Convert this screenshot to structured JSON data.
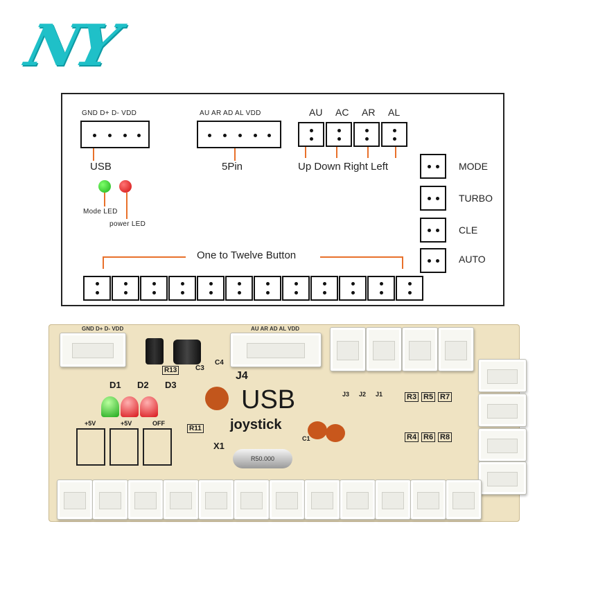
{
  "logo": {
    "text": "NY",
    "color": "#1fc0c8"
  },
  "diagram": {
    "usb_pins": "GND D+ D- VDD",
    "usb_label": "USB",
    "fivepin_pins": "AU AR AD AL VDD",
    "fivepin_label": "5Pin",
    "dir_heads": [
      "AU",
      "AC",
      "AR",
      "AL"
    ],
    "dir_label": "Up Down Right Left",
    "side_labels": [
      "MODE",
      "TURBO",
      "CLE",
      "AUTO"
    ],
    "mode_led_label": "Mode LED",
    "power_led_label": "power LED",
    "buttons_label": "One to Twelve Button",
    "lead_color": "#e8702a"
  },
  "pcb": {
    "title": "USB",
    "subtitle": "joystick",
    "top_pins": "GND D+ D- VDD",
    "j4_pins": "AU AR AD AL VDD",
    "j4_label": "J4",
    "led_labels": [
      "D1",
      "D2",
      "D3"
    ],
    "led_volt_labels": [
      "+5V",
      "+5V",
      "OFF"
    ],
    "parts": [
      "R13",
      "C3",
      "C4",
      "R11",
      "X1",
      "C1",
      "R3",
      "R5",
      "R7",
      "R4",
      "R6",
      "R8",
      "J3",
      "J2",
      "J1"
    ],
    "crystal_text": "R50.000"
  }
}
